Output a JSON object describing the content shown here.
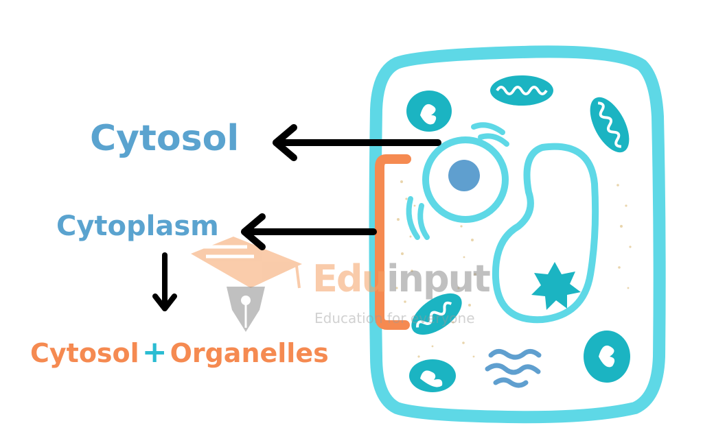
{
  "labels": {
    "cytosol": "Cytosol",
    "cytoplasm": "Cytoplasm",
    "sum_left": "Cytosol",
    "plus": "+",
    "sum_right": "Organelles"
  },
  "watermark": {
    "brand_part1": "Edu",
    "brand_part2": "input",
    "tagline": "Education for everyone"
  },
  "colors": {
    "label_blue": "#5aa3cf",
    "label_orange": "#f58a51",
    "plus_teal": "#2bbcd2",
    "cell_wall": "#5ed8e6",
    "organelle_teal": "#1bb4c2",
    "nucleolus": "#5f9fcf",
    "bracket": "#f58a51",
    "arrow": "#000000",
    "watermark_orange": "#f5a266",
    "watermark_grey": "#8d8d8d"
  },
  "icons": [
    "arrow-left-icon",
    "arrow-down-icon",
    "pen-nib-icon",
    "graduation-cap-icon"
  ]
}
